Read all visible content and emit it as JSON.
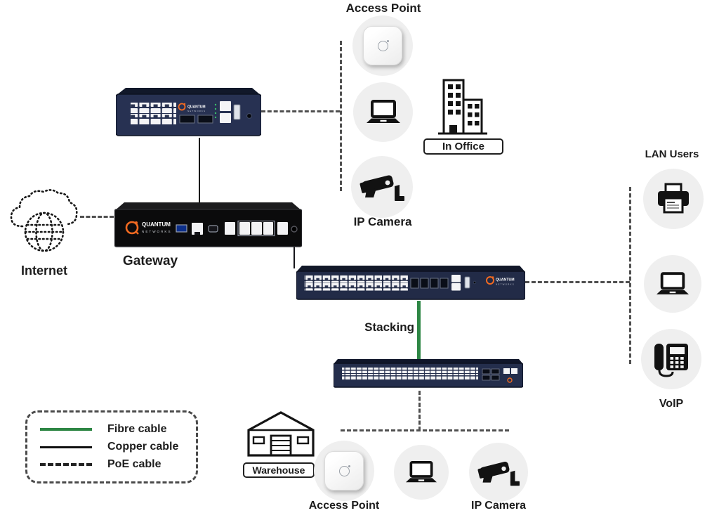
{
  "brand": {
    "wordmark": "QUANTUM",
    "wordmark2": "NETWORKS"
  },
  "nodes": {
    "access_point_top": {
      "label": "Access Point"
    },
    "ip_camera_top": {
      "label": "IP Camera"
    },
    "in_office": {
      "label": "In Office"
    },
    "internet": {
      "label": "Internet"
    },
    "gateway": {
      "label": "Gateway"
    },
    "stacking": {
      "label": "Stacking"
    },
    "lan_users": {
      "label": "LAN Users"
    },
    "voip": {
      "label": "VoIP"
    },
    "warehouse": {
      "label": "Warehouse"
    },
    "access_point_bottom": {
      "label": "Access Point"
    },
    "ip_camera_bottom": {
      "label": "IP Camera"
    }
  },
  "legend": {
    "items": [
      {
        "label": "Fibre cable",
        "line_style": "solid",
        "line_color": "#2d8644"
      },
      {
        "label": "Copper cable",
        "line_style": "solid",
        "line_color": "#101010"
      },
      {
        "label": "PoE cable",
        "line_style": "dashed",
        "line_color": "#222222"
      }
    ]
  },
  "colors": {
    "fibre_green": "#2d8644",
    "poe_dash_gray": "#4f4f4f",
    "device_navy": "#222b47",
    "brand_orange": "#f26a21",
    "circle_bg": "#efefef"
  }
}
